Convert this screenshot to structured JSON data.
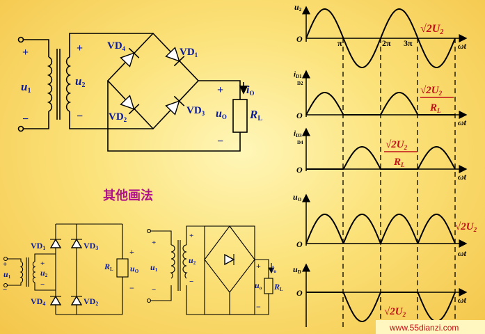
{
  "main_circuit": {
    "vd1": "VD",
    "vd1_sub": "1",
    "vd2": "VD",
    "vd2_sub": "2",
    "vd3": "VD",
    "vd3_sub": "3",
    "vd4": "VD",
    "vd4_sub": "4",
    "u1": "u",
    "u1_sub": "1",
    "u2": "u",
    "u2_sub": "2",
    "uo": "u",
    "uo_sub": "O",
    "io": "i",
    "io_sub": "O",
    "rl": "R",
    "rl_sub": "L",
    "plus": "+",
    "minus": "−"
  },
  "other_methods_label": "其他画法",
  "alt_circuit_1": {
    "vd1": "VD",
    "vd1_sub": "1",
    "vd2": "VD",
    "vd2_sub": "2",
    "vd3": "VD",
    "vd3_sub": "3",
    "vd4": "VD",
    "vd4_sub": "4",
    "u1": "u",
    "u1_sub": "1",
    "u2": "u",
    "u2_sub": "2",
    "rl": "R",
    "rl_sub": "L",
    "uo": "u",
    "uo_sub": "O"
  },
  "alt_circuit_2": {
    "u1": "u",
    "u1_sub": "1",
    "u2": "u",
    "u2_sub": "2",
    "io": "i",
    "io_sub": "o",
    "uo": "u",
    "uo_sub": "o",
    "rl": "R",
    "rl_sub": "L"
  },
  "waveforms": {
    "origin": "O",
    "time": "ωt",
    "pi": "π",
    "two_pi": "2π",
    "three_pi": "3π",
    "u2_label": "u",
    "u2_sub": "2",
    "id12_label": "i",
    "id12_sub1": "D1",
    "id12_sub2": "D2",
    "id34_label": "i",
    "id34_sub1": "D3",
    "id34_sub2": "D4",
    "uo_label": "u",
    "uo_sub": "O",
    "ud_label": "u",
    "ud_sub": "D",
    "amp_u": "√2U",
    "amp_u_sub": "2",
    "amp_i_num": "√2U",
    "amp_i_num_sub": "2",
    "amp_i_den": "R",
    "amp_i_den_sub": "L",
    "amp_ud": "√2U",
    "amp_ud_sub": "2"
  },
  "watermark": "www.55dianzi.com"
}
